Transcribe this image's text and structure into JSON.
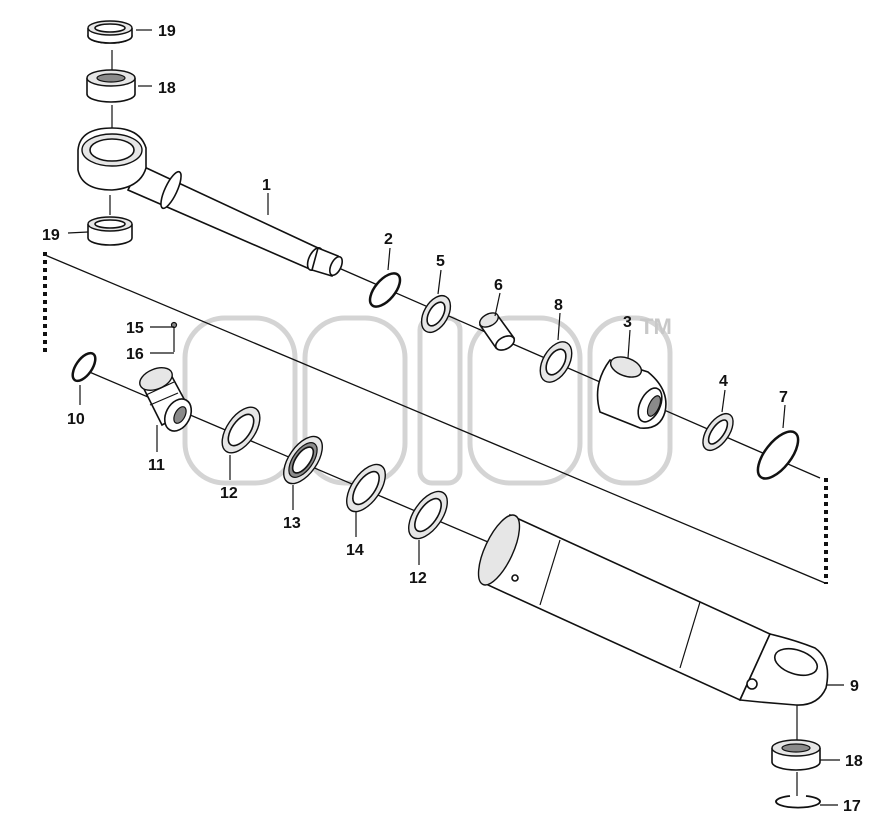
{
  "watermark": {
    "tm": "TM"
  },
  "labels": {
    "l1": "1",
    "l2": "2",
    "l3": "3",
    "l4": "4",
    "l5": "5",
    "l6": "6",
    "l7": "7",
    "l8": "8",
    "l9": "9",
    "l10": "10",
    "l11": "11",
    "l12a": "12",
    "l12b": "12",
    "l13": "13",
    "l14": "14",
    "l15": "15",
    "l16": "16",
    "l17": "17",
    "l18a": "18",
    "l18b": "18",
    "l19a": "19",
    "l19b": "19"
  }
}
